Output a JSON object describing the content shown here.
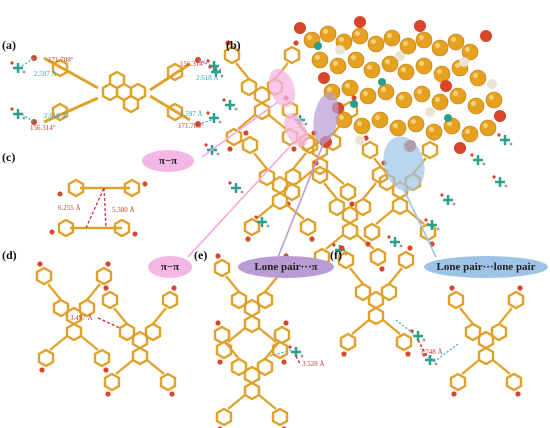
{
  "panels": {
    "a": "(a)",
    "b": "(b)",
    "c": "(c)",
    "d": "(d)",
    "e": "(e)",
    "f": "(f)"
  },
  "callouts": {
    "pi_pi_top": "π−π",
    "pi_pi_bottom": "π−π",
    "lone_pair_pi": "Lone pair···π",
    "lone_pair_lone_pair": "Lone pair···lone pair"
  },
  "measurements": {
    "a_angle_tl": "171.708°",
    "a_dist_tl": "2.597 Å",
    "a_angle_tr": "156.314°",
    "a_dist_tr": "2.618 Å",
    "a_dist_bl": "2.618 Å",
    "a_angle_bl": "156.314°",
    "a_dist_br": "2.597 Å",
    "a_angle_br": "171.708°",
    "c_dist_left": "6.255 Å",
    "c_dist_right": "5.380 Å",
    "d_dist": "3.497 Å",
    "e_dist": "3.528 Å",
    "f_dist": "3.748 Å"
  },
  "colors": {
    "carbon": "#e0a12a",
    "oxygen": "#d9452a",
    "hbond": "#39a9d8",
    "contact": "#d0303a",
    "pink": "#f4b6e4",
    "purple": "#b89cd3",
    "blue": "#9dc4e6"
  }
}
